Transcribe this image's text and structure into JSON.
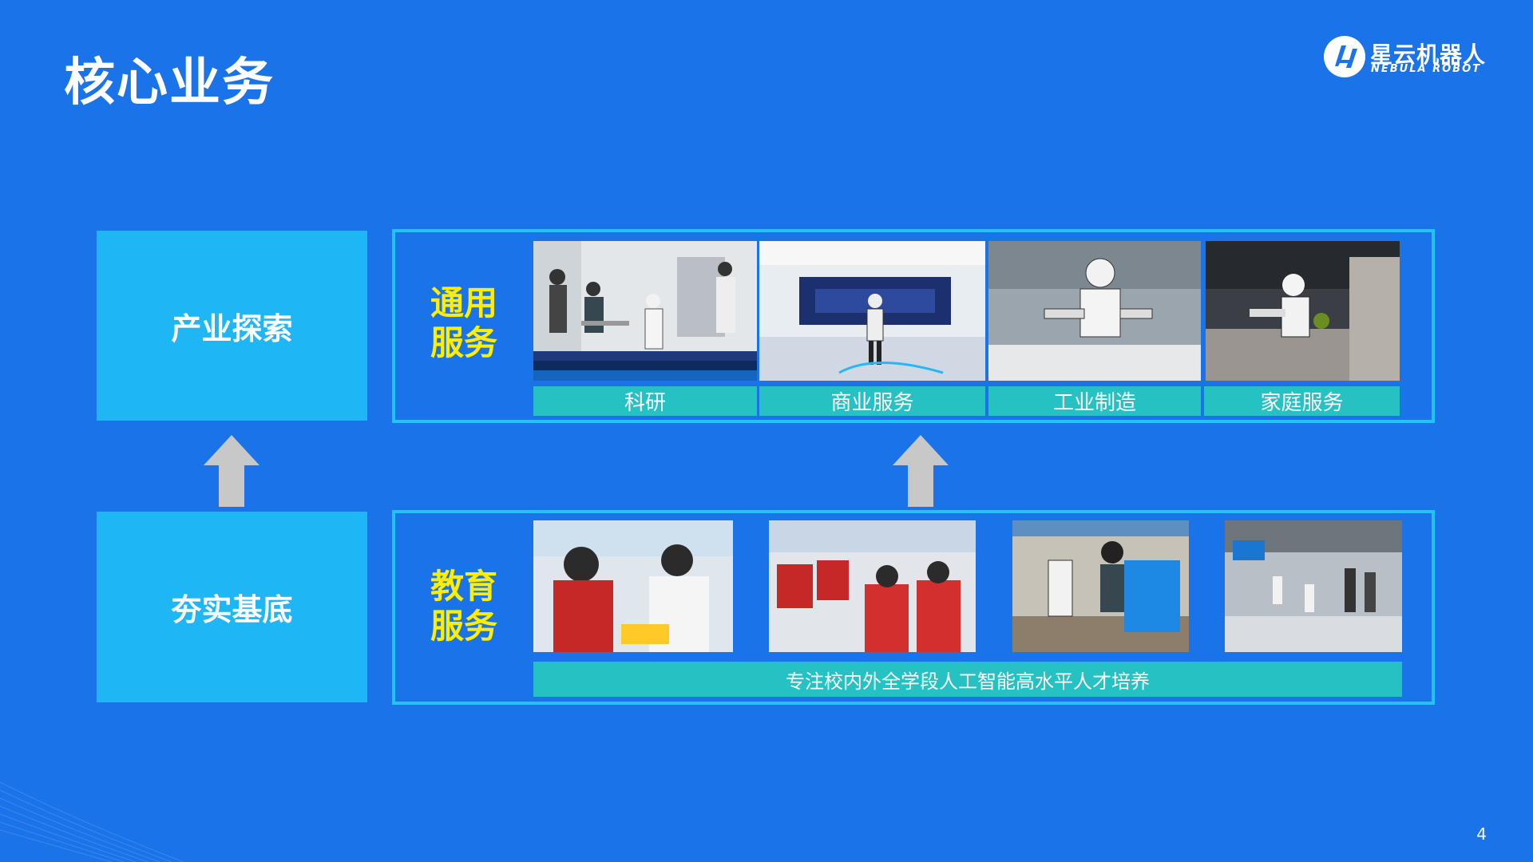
{
  "page": {
    "title": "核心业务",
    "page_number": "4"
  },
  "logo": {
    "cn": "星云机器人",
    "en": "NEBULA ROBOT"
  },
  "left_boxes": {
    "top": "产业探索",
    "bottom": "夯实基底"
  },
  "general_service": {
    "label_line1": "通用",
    "label_line2": "服务",
    "captions": [
      "科研",
      "商业服务",
      "工业制造",
      "家庭服务"
    ]
  },
  "education_service": {
    "label_line1": "教育",
    "label_line2": "服务",
    "caption": "专注校内外全学段人工智能高水平人才培养"
  },
  "colors": {
    "background": "#1a73e8",
    "box": "#1fb6f6",
    "border": "#23c3f6",
    "caption": "#25c1c3",
    "highlight": "#ffee00"
  }
}
